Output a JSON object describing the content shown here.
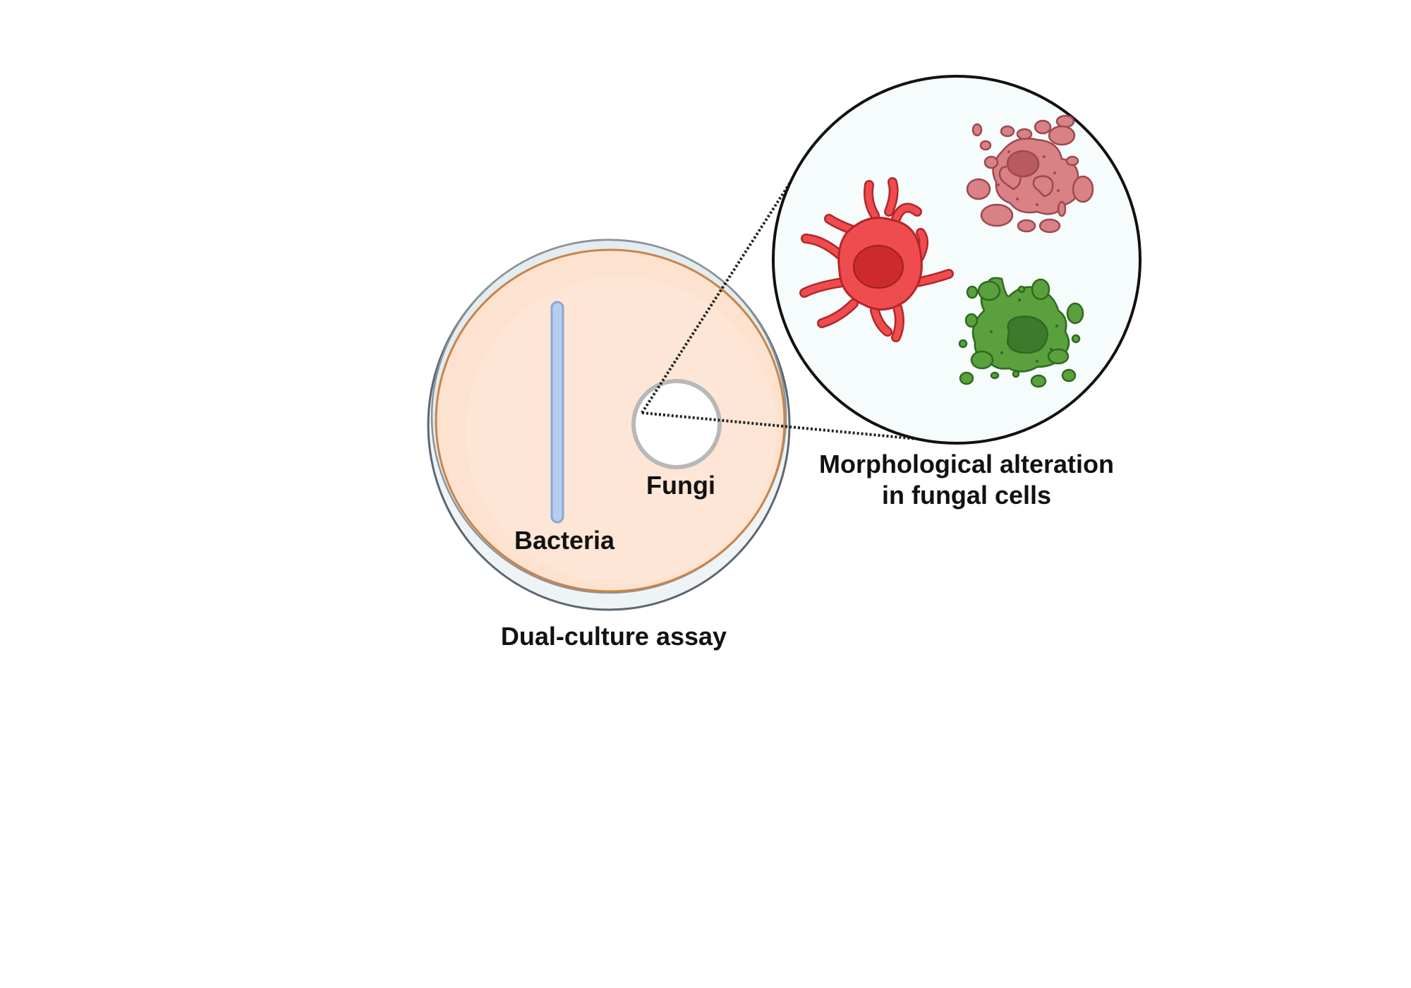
{
  "labels": {
    "bacteria": "Bacteria",
    "fungi": "Fungi",
    "assay": "Dual-culture assay",
    "morphology_line1": "Morphological alteration",
    "morphology_line2": "in fungal cells"
  },
  "colors": {
    "agar": "#fde3cf",
    "agar_rim": "#c8844a",
    "dish_rim": "#5d6670",
    "bacteria_streak": "#b7cdf0",
    "fungi_plug_border": "#b8b8b8",
    "zoom_fill": "#f6fbfb",
    "cell_red": "#ee4c4e",
    "cell_red_nucleus": "#cc2a2c",
    "cell_pink": "#d98184",
    "cell_pink_nucleus": "#b85a60",
    "cell_green": "#5aa03c",
    "cell_green_nucleus": "#3e7a2c"
  }
}
